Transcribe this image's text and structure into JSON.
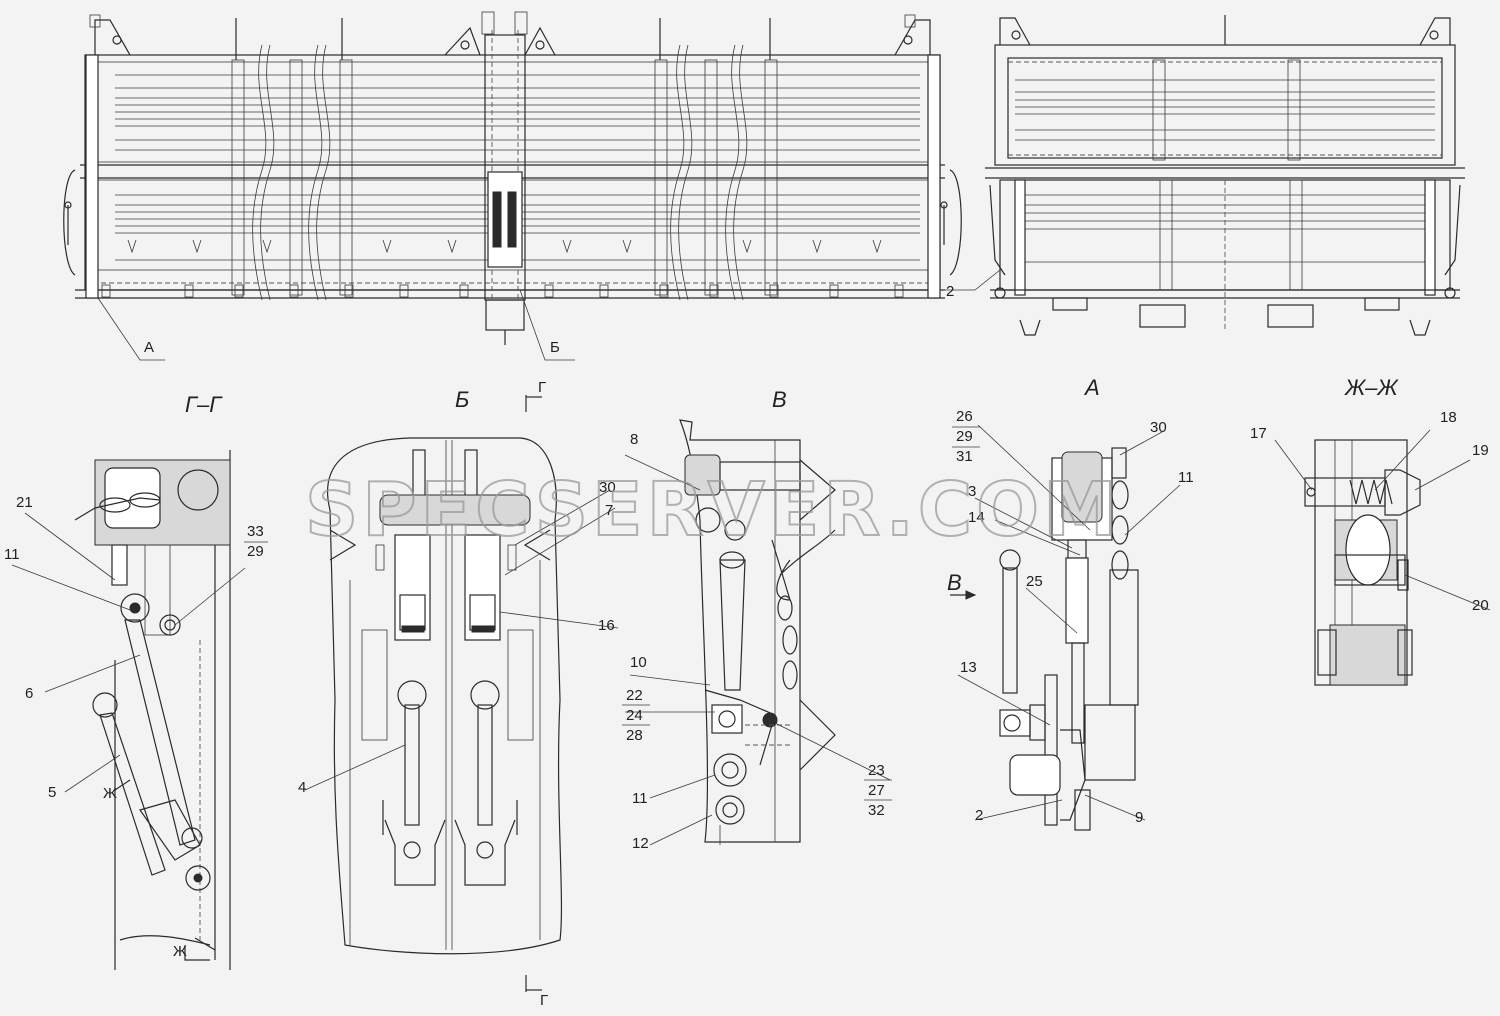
{
  "watermark": "SPECSERVER.COM",
  "views": {
    "section_g": "Г–Г",
    "view_b": "Б",
    "view_v": "В",
    "view_a": "А",
    "section_zh": "Ж–Ж"
  },
  "section_marks": {
    "g_top": "Г",
    "g_bottom": "Г",
    "zh_upper": "Ж",
    "zh_lower": "Ж",
    "arrow_v": "В"
  },
  "callouts": {
    "top_a": "А",
    "top_b": "Б",
    "side_2": "2",
    "gg_21": "21",
    "gg_11": "11",
    "gg_33": "33",
    "gg_29": "29",
    "gg_6": "6",
    "gg_5": "5",
    "b_30": "30",
    "b_7": "7",
    "b_16": "16",
    "b_4": "4",
    "v_8": "8",
    "v_10": "10",
    "v_22": "22",
    "v_24": "24",
    "v_28": "28",
    "v_11": "11",
    "v_12": "12",
    "v_23": "23",
    "v_27": "27",
    "v_32": "32",
    "a_26": "26",
    "a_29": "29",
    "a_31": "31",
    "a_30": "30",
    "a_11": "11",
    "a_3": "3",
    "a_14": "14",
    "a_25": "25",
    "a_13": "13",
    "a_2": "2",
    "a_9": "9",
    "zh_17": "17",
    "zh_18": "18",
    "zh_19": "19",
    "zh_20": "20"
  }
}
